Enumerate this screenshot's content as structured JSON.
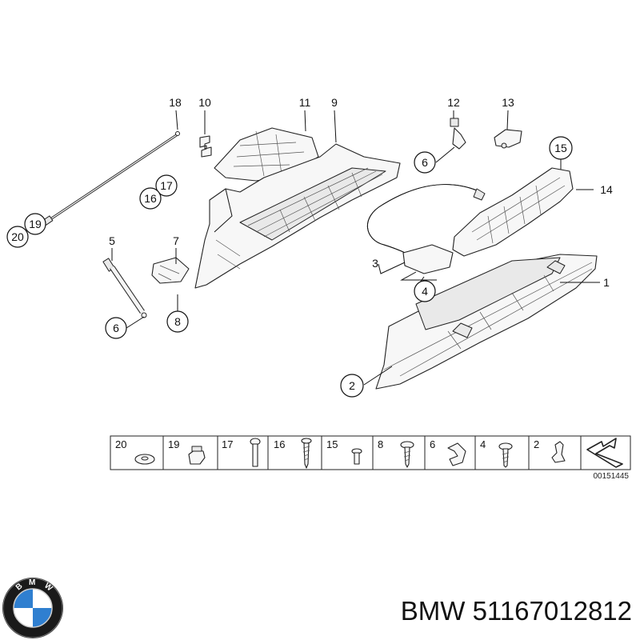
{
  "callouts": [
    {
      "id": "18",
      "text": "18"
    },
    {
      "id": "10",
      "text": "10"
    },
    {
      "id": "11",
      "text": "11"
    },
    {
      "id": "9",
      "text": "9"
    },
    {
      "id": "12",
      "text": "12"
    },
    {
      "id": "13",
      "text": "13"
    },
    {
      "id": "15",
      "text": "15"
    },
    {
      "id": "14",
      "text": "14"
    },
    {
      "id": "6a",
      "text": "6"
    },
    {
      "id": "17",
      "text": "17"
    },
    {
      "id": "16",
      "text": "16"
    },
    {
      "id": "19",
      "text": "19"
    },
    {
      "id": "20",
      "text": "20"
    },
    {
      "id": "5",
      "text": "5"
    },
    {
      "id": "7",
      "text": "7"
    },
    {
      "id": "3",
      "text": "3"
    },
    {
      "id": "4",
      "text": "4"
    },
    {
      "id": "1",
      "text": "1"
    },
    {
      "id": "6b",
      "text": "6"
    },
    {
      "id": "8",
      "text": "8"
    },
    {
      "id": "2",
      "text": "2"
    }
  ],
  "legend": {
    "items": [
      {
        "number": "20",
        "icon": "washer-icon"
      },
      {
        "number": "19",
        "icon": "nut-icon"
      },
      {
        "number": "17",
        "icon": "screw-icon"
      },
      {
        "number": "16",
        "icon": "tapping-screw-icon"
      },
      {
        "number": "15",
        "icon": "short-screw-icon"
      },
      {
        "number": "8",
        "icon": "flange-screw-icon"
      },
      {
        "number": "6",
        "icon": "clip-icon"
      },
      {
        "number": "4",
        "icon": "pan-screw-icon"
      },
      {
        "number": "2",
        "icon": "rubber-buffer-icon"
      }
    ],
    "arrow_icon": "return-arrow-icon",
    "reference": "00151445"
  },
  "brand": {
    "logo_icon": "bmw-logo-icon",
    "logo_letters": "BMW",
    "title": "BMW 51167012812"
  }
}
